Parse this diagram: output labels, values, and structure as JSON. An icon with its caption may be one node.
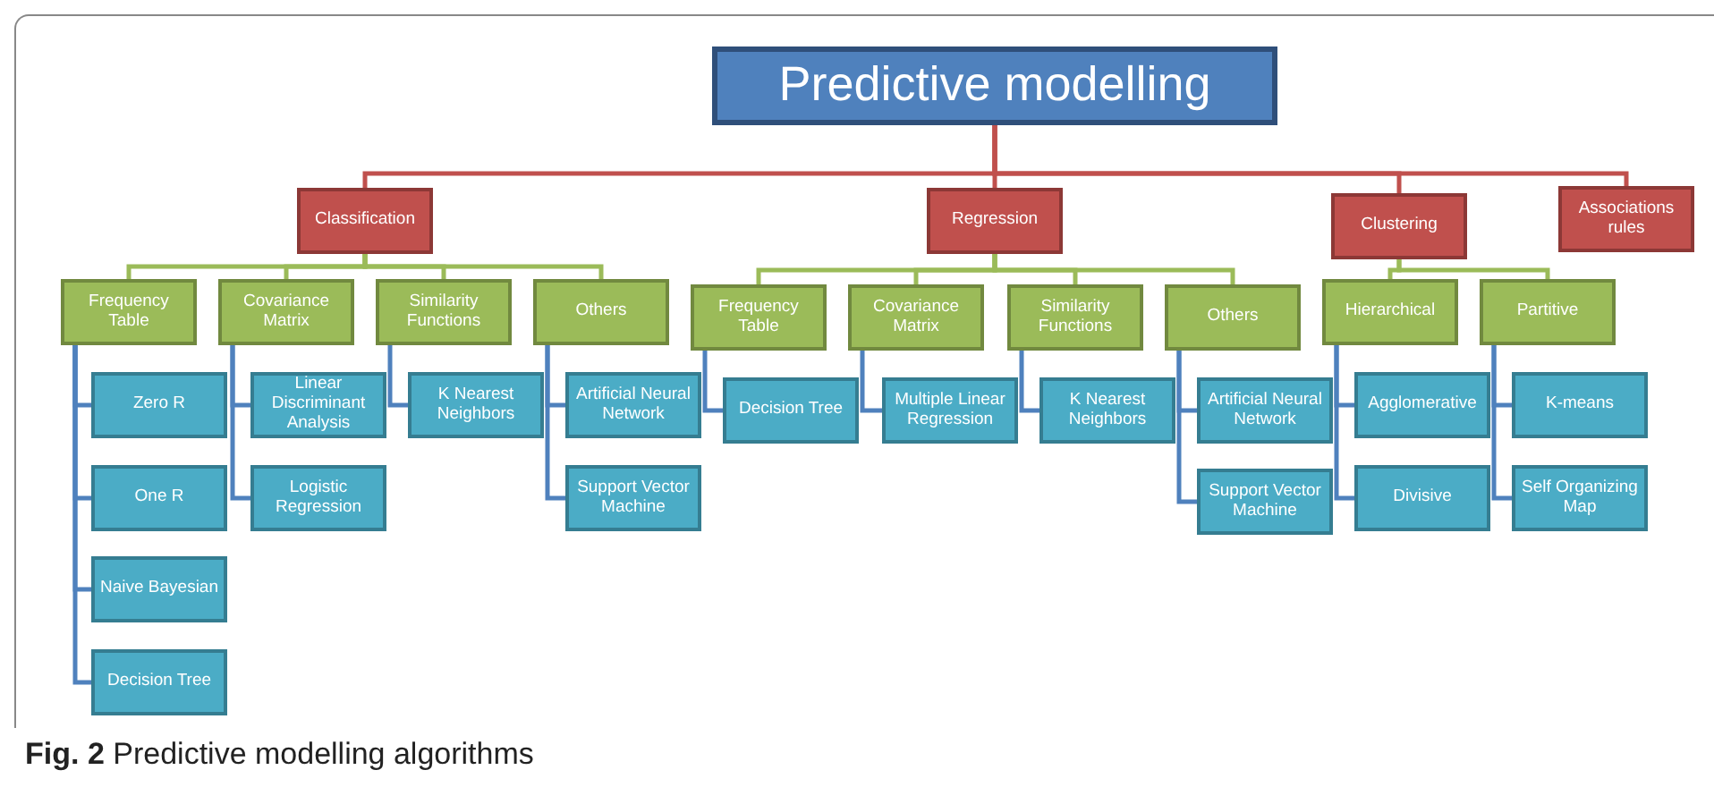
{
  "diagram": {
    "caption": "**Fig. 2** Predictive modelling algorithms",
    "nodes": [
      {
        "text": [
          "Predictive modelling"
        ]
      },
      {
        "text": [
          "Classification"
        ]
      },
      {
        "text": [
          "Regression"
        ]
      },
      {
        "text": [
          "Clustering"
        ]
      },
      {
        "text": [
          "Associations rules"
        ]
      },
      {
        "text": [
          "Frequency Table"
        ]
      },
      {
        "text": [
          "Covariance Matrix"
        ]
      },
      {
        "text": [
          "Similarity Functions"
        ]
      },
      {
        "text": [
          "Others"
        ]
      },
      {
        "text": [
          "Zero R"
        ]
      },
      {
        "text": [
          "One R"
        ]
      },
      {
        "text": [
          "Naive Bayesian"
        ]
      },
      {
        "text": [
          "Decision Tree"
        ]
      },
      {
        "text": [
          "Linear Discriminant Analysis"
        ]
      },
      {
        "text": [
          "Logistic Regression"
        ]
      },
      {
        "text": [
          "K Nearest Neighbors"
        ]
      },
      {
        "text": [
          "Artificial Neural Network"
        ]
      },
      {
        "text": [
          "Support Vector Machine"
        ]
      },
      {
        "text": [
          "Frequency Table"
        ]
      },
      {
        "text": [
          "Covariance Matrix"
        ]
      },
      {
        "text": [
          "Similarity Functions"
        ]
      },
      {
        "text": [
          "Others"
        ]
      },
      {
        "text": [
          "Decision Tree"
        ]
      },
      {
        "text": [
          "Multiple Linear Regression"
        ]
      },
      {
        "text": [
          "K Nearest Neighbors"
        ]
      },
      {
        "text": [
          "Artificial Neural Network"
        ]
      },
      {
        "text": [
          "Support Vector Machine"
        ]
      },
      {
        "text": [
          "Hierarchical"
        ]
      },
      {
        "text": [
          "Partitive"
        ]
      },
      {
        "text": [
          "Agglomerative"
        ]
      },
      {
        "text": [
          "Divisive"
        ]
      },
      {
        "text": [
          "K-means"
        ]
      },
      {
        "text": [
          "Self Organizing Map"
        ]
      }
    ],
    "edges": [
      {
        "from": 0,
        "to": 1,
        "arrow": "none",
        "color": "#c0504d"
      },
      {
        "from": 0,
        "to": 2,
        "arrow": "none",
        "color": "#c0504d"
      },
      {
        "from": 0,
        "to": 3,
        "arrow": "none",
        "color": "#c0504d"
      },
      {
        "from": 0,
        "to": 4,
        "arrow": "none",
        "color": "#c0504d"
      },
      {
        "from": 1,
        "to": 5,
        "arrow": "none",
        "color": "#9bbb59"
      },
      {
        "from": 1,
        "to": 6,
        "arrow": "none",
        "color": "#9bbb59"
      },
      {
        "from": 1,
        "to": 7,
        "arrow": "none",
        "color": "#9bbb59"
      },
      {
        "from": 1,
        "to": 8,
        "arrow": "none",
        "color": "#9bbb59"
      },
      {
        "from": 5,
        "to": 9,
        "arrow": "none"
      },
      {
        "from": 5,
        "to": 10,
        "arrow": "none"
      },
      {
        "from": 5,
        "to": 11,
        "arrow": "none"
      },
      {
        "from": 5,
        "to": 12,
        "arrow": "none"
      },
      {
        "from": 6,
        "to": 13,
        "arrow": "none"
      },
      {
        "from": 6,
        "to": 14,
        "arrow": "none"
      },
      {
        "from": 7,
        "to": 15,
        "arrow": "none"
      },
      {
        "from": 8,
        "to": 16,
        "arrow": "none"
      },
      {
        "from": 8,
        "to": 17,
        "arrow": "none"
      },
      {
        "from": 2,
        "to": 18,
        "arrow": "none",
        "color": "#9bbb59"
      },
      {
        "from": 2,
        "to": 19,
        "arrow": "none",
        "color": "#9bbb59"
      },
      {
        "from": 2,
        "to": 20,
        "arrow": "none",
        "color": "#9bbb59"
      },
      {
        "from": 2,
        "to": 21,
        "arrow": "none",
        "color": "#9bbb59"
      },
      {
        "from": 18,
        "to": 22,
        "arrow": "none"
      },
      {
        "from": 19,
        "to": 23,
        "arrow": "none"
      },
      {
        "from": 20,
        "to": 24,
        "arrow": "none"
      },
      {
        "from": 21,
        "to": 25,
        "arrow": "none"
      },
      {
        "from": 21,
        "to": 26,
        "arrow": "none"
      },
      {
        "from": 3,
        "to": 27,
        "arrow": "none",
        "color": "#9bbb59"
      },
      {
        "from": 3,
        "to": 28,
        "arrow": "none",
        "color": "#9bbb59"
      },
      {
        "from": 27,
        "to": 29,
        "arrow": "none"
      },
      {
        "from": 27,
        "to": 30,
        "arrow": "none"
      },
      {
        "from": 28,
        "to": 31,
        "arrow": "none"
      },
      {
        "from": 28,
        "to": 32,
        "arrow": "none"
      }
    ]
  }
}
